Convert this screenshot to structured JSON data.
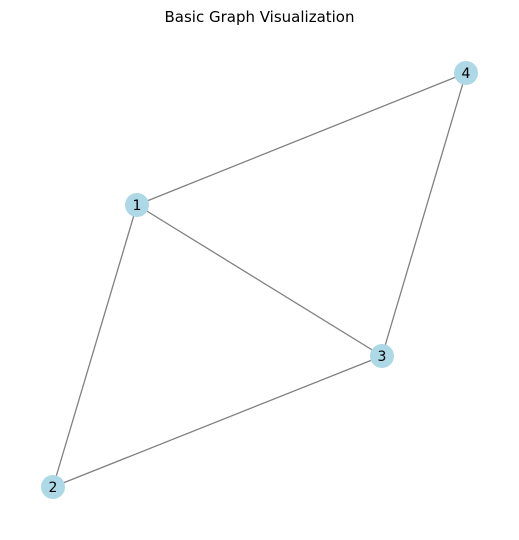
{
  "title": "Basic Graph Visualization",
  "colors": {
    "node_fill": "#add8e6",
    "edge_stroke": "#808080"
  },
  "graph": {
    "nodes": [
      {
        "id": "1",
        "label": "1"
      },
      {
        "id": "2",
        "label": "2"
      },
      {
        "id": "3",
        "label": "3"
      },
      {
        "id": "4",
        "label": "4"
      }
    ],
    "edges": [
      {
        "source": "1",
        "target": "4"
      },
      {
        "source": "1",
        "target": "3"
      },
      {
        "source": "1",
        "target": "2"
      },
      {
        "source": "4",
        "target": "3"
      },
      {
        "source": "3",
        "target": "2"
      }
    ]
  }
}
